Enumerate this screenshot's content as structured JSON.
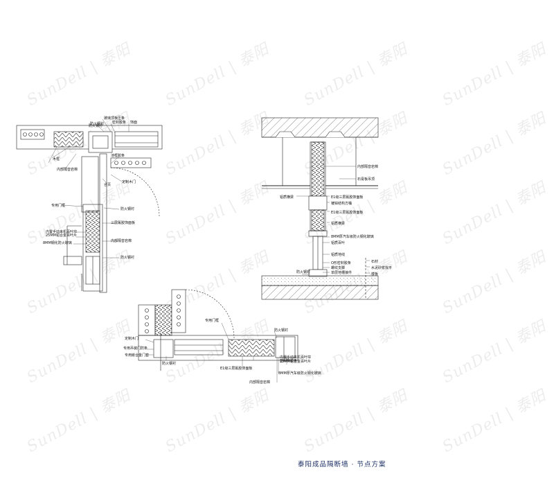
{
  "watermark": {
    "text": "SunDell | 泰阳"
  },
  "footer": {
    "title": "泰阳成品隔断墙 · 节点方案"
  },
  "detail_a_labels": [
    "防火钢衬",
    "玻璃顶板压条",
    "密封胶条",
    "防火钢衬",
    "饰面",
    "木框",
    "内部隔音岩棉",
    "池框胶条",
    "定制木门",
    "合页",
    "专用门框",
    "防火钢衬",
    "三层氟胶饰面板",
    "内置手动来机百叶帘",
    "25MM铝合金百叶片",
    "8MM钢化防火玻璃",
    "内部隔音岩棉",
    "防火钢衬"
  ],
  "detail_b_labels": [
    "内部隔音岩棉",
    "石膏板吊顶",
    "铝质横梁",
    "E1级三层氟胶饰面板",
    "镀锌结构方桶",
    "E1级三层氟胶饰面板",
    "铝质横梁",
    "8MM厚汽车级防火钢化玻璃",
    "铝质百叶",
    "铝质地线",
    "O形密封胶条",
    "螺纹支脚",
    "单层地槽接件",
    "防火钢衬",
    "石材",
    "水泥砂浆找平",
    "楼板"
  ],
  "detail_c_labels": [
    "专用门框",
    "防火钢衬",
    "定制木门",
    "专用吊装门防条",
    "专用嵌合金门套",
    "防火钢衬",
    "E1级三层氟胶饰面板",
    "内部隔音岩棉",
    "8MM厚汽车级防火钢化玻璃",
    "密封橡胶条",
    "内置手动来机百叶帘",
    "25MM铝合金百叶片"
  ]
}
